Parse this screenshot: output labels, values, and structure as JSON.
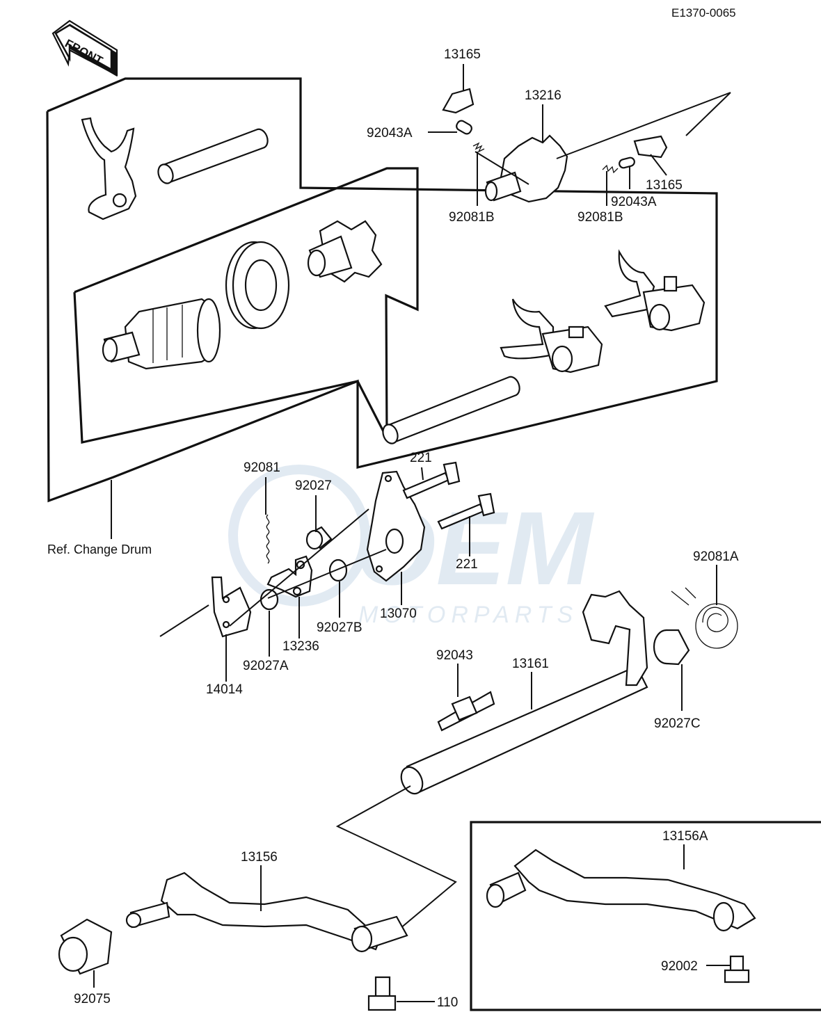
{
  "diagram": {
    "drawing_code": "E1370-0065",
    "front_marker": "FRONT",
    "reference_note": "Ref.  Change Drum",
    "watermark": {
      "text_main": "OEM",
      "text_sub": "MOTORPARTS"
    },
    "callouts": {
      "p13165_top": "13165",
      "p13216": "13216",
      "p92043A_left": "92043A",
      "p92081B_left": "92081B",
      "p13165_right": "13165",
      "p92043A_right": "92043A",
      "p92081B_right": "92081B",
      "p92081": "92081",
      "p92027": "92027",
      "p221_top": "221",
      "p221_bottom": "221",
      "p13070": "13070",
      "p92027B": "92027B",
      "p13236": "13236",
      "p92027A": "92027A",
      "p14014": "14014",
      "p92081A": "92081A",
      "p92043": "92043",
      "p13161": "13161",
      "p92027C": "92027C",
      "p13156": "13156",
      "p13156A": "13156A",
      "p92002": "92002",
      "p92075": "92075",
      "p110": "110"
    }
  }
}
